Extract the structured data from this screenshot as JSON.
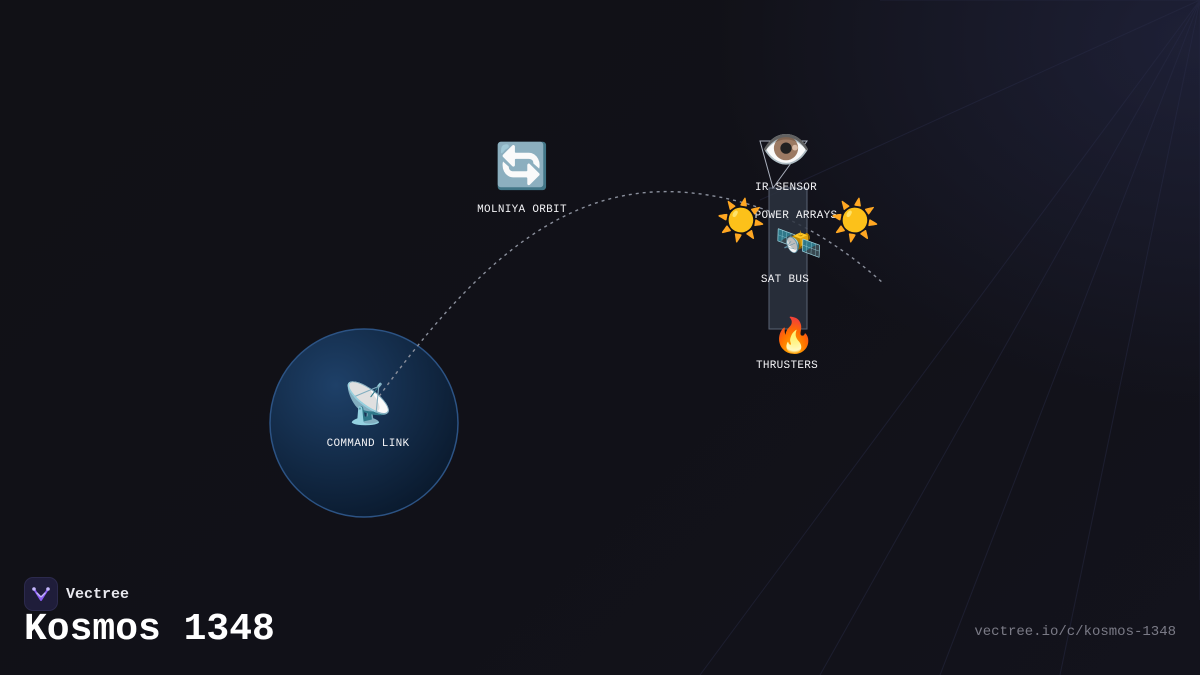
{
  "brand": {
    "name": "Vectree",
    "accent": "#8b5cf6"
  },
  "page": {
    "title": "Kosmos 1348",
    "url": "vectree.io/c/kosmos-1348"
  },
  "diagram": {
    "nodes": {
      "orbit": {
        "label": "MOLNIYA ORBIT",
        "icon": "cycle-arrows-icon",
        "glyph": "🔄"
      },
      "ir_sensor": {
        "label": "IR SENSOR",
        "icon": "eye-icon",
        "glyph": "👁️"
      },
      "power_arrays": {
        "label": "POWER ARRAYS",
        "icon": "sun-icon",
        "glyph": "☀️"
      },
      "sat_bus": {
        "label": "SAT BUS",
        "icon": "satellite-icon",
        "glyph": "🛰️"
      },
      "thrusters": {
        "label": "THRUSTERS",
        "icon": "fire-icon",
        "glyph": "🔥"
      },
      "command_link": {
        "label": "COMMAND LINK",
        "icon": "satellite-dish-icon",
        "glyph": "📡"
      }
    },
    "colors": {
      "ground_circle": "#1b3558",
      "ground_circle_edge": "#2c5384",
      "bus_panel": "#2c3240",
      "orbit_path": "#8a8f9c"
    }
  }
}
